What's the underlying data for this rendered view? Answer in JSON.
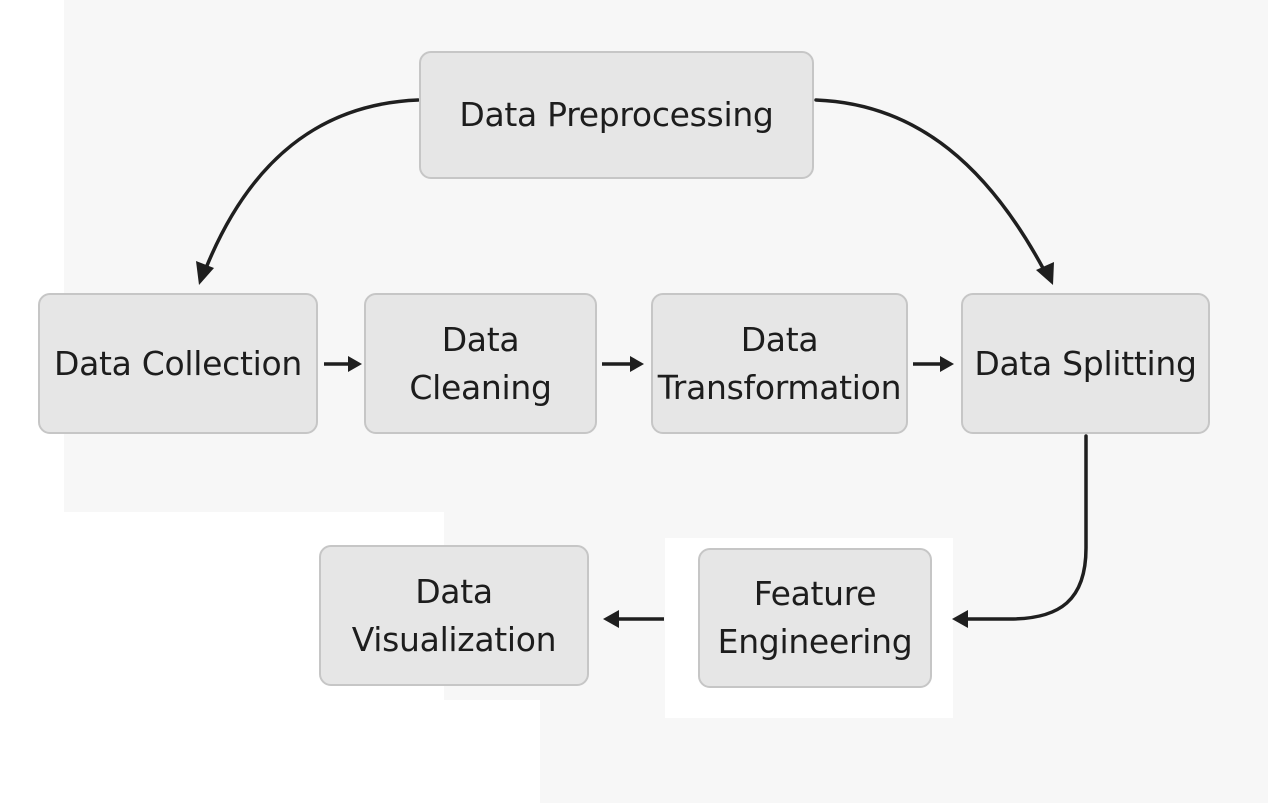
{
  "diagram": {
    "nodes": {
      "preprocessing": {
        "lines": [
          "Data Preprocessing"
        ]
      },
      "collection": {
        "lines": [
          "Data Collection"
        ]
      },
      "cleaning": {
        "lines": [
          "Data",
          "Cleaning"
        ]
      },
      "transformation": {
        "lines": [
          "Data",
          "Transformation"
        ]
      },
      "splitting": {
        "lines": [
          "Data Splitting"
        ]
      },
      "feature_engineering": {
        "lines": [
          "Feature",
          "Engineering"
        ]
      },
      "visualization": {
        "lines": [
          "Data",
          "Visualization"
        ]
      }
    },
    "edges": [
      {
        "from": "preprocessing",
        "to": "collection"
      },
      {
        "from": "preprocessing",
        "to": "splitting"
      },
      {
        "from": "collection",
        "to": "cleaning"
      },
      {
        "from": "cleaning",
        "to": "transformation"
      },
      {
        "from": "transformation",
        "to": "splitting"
      },
      {
        "from": "splitting",
        "to": "feature_engineering"
      },
      {
        "from": "feature_engineering",
        "to": "visualization"
      }
    ],
    "colors": {
      "node_fill": "#e6e6e6",
      "node_border": "#c6c6c6",
      "text": "#1d1d1d",
      "arrow": "#1f1f1f",
      "background": "#f7f7f7"
    }
  }
}
